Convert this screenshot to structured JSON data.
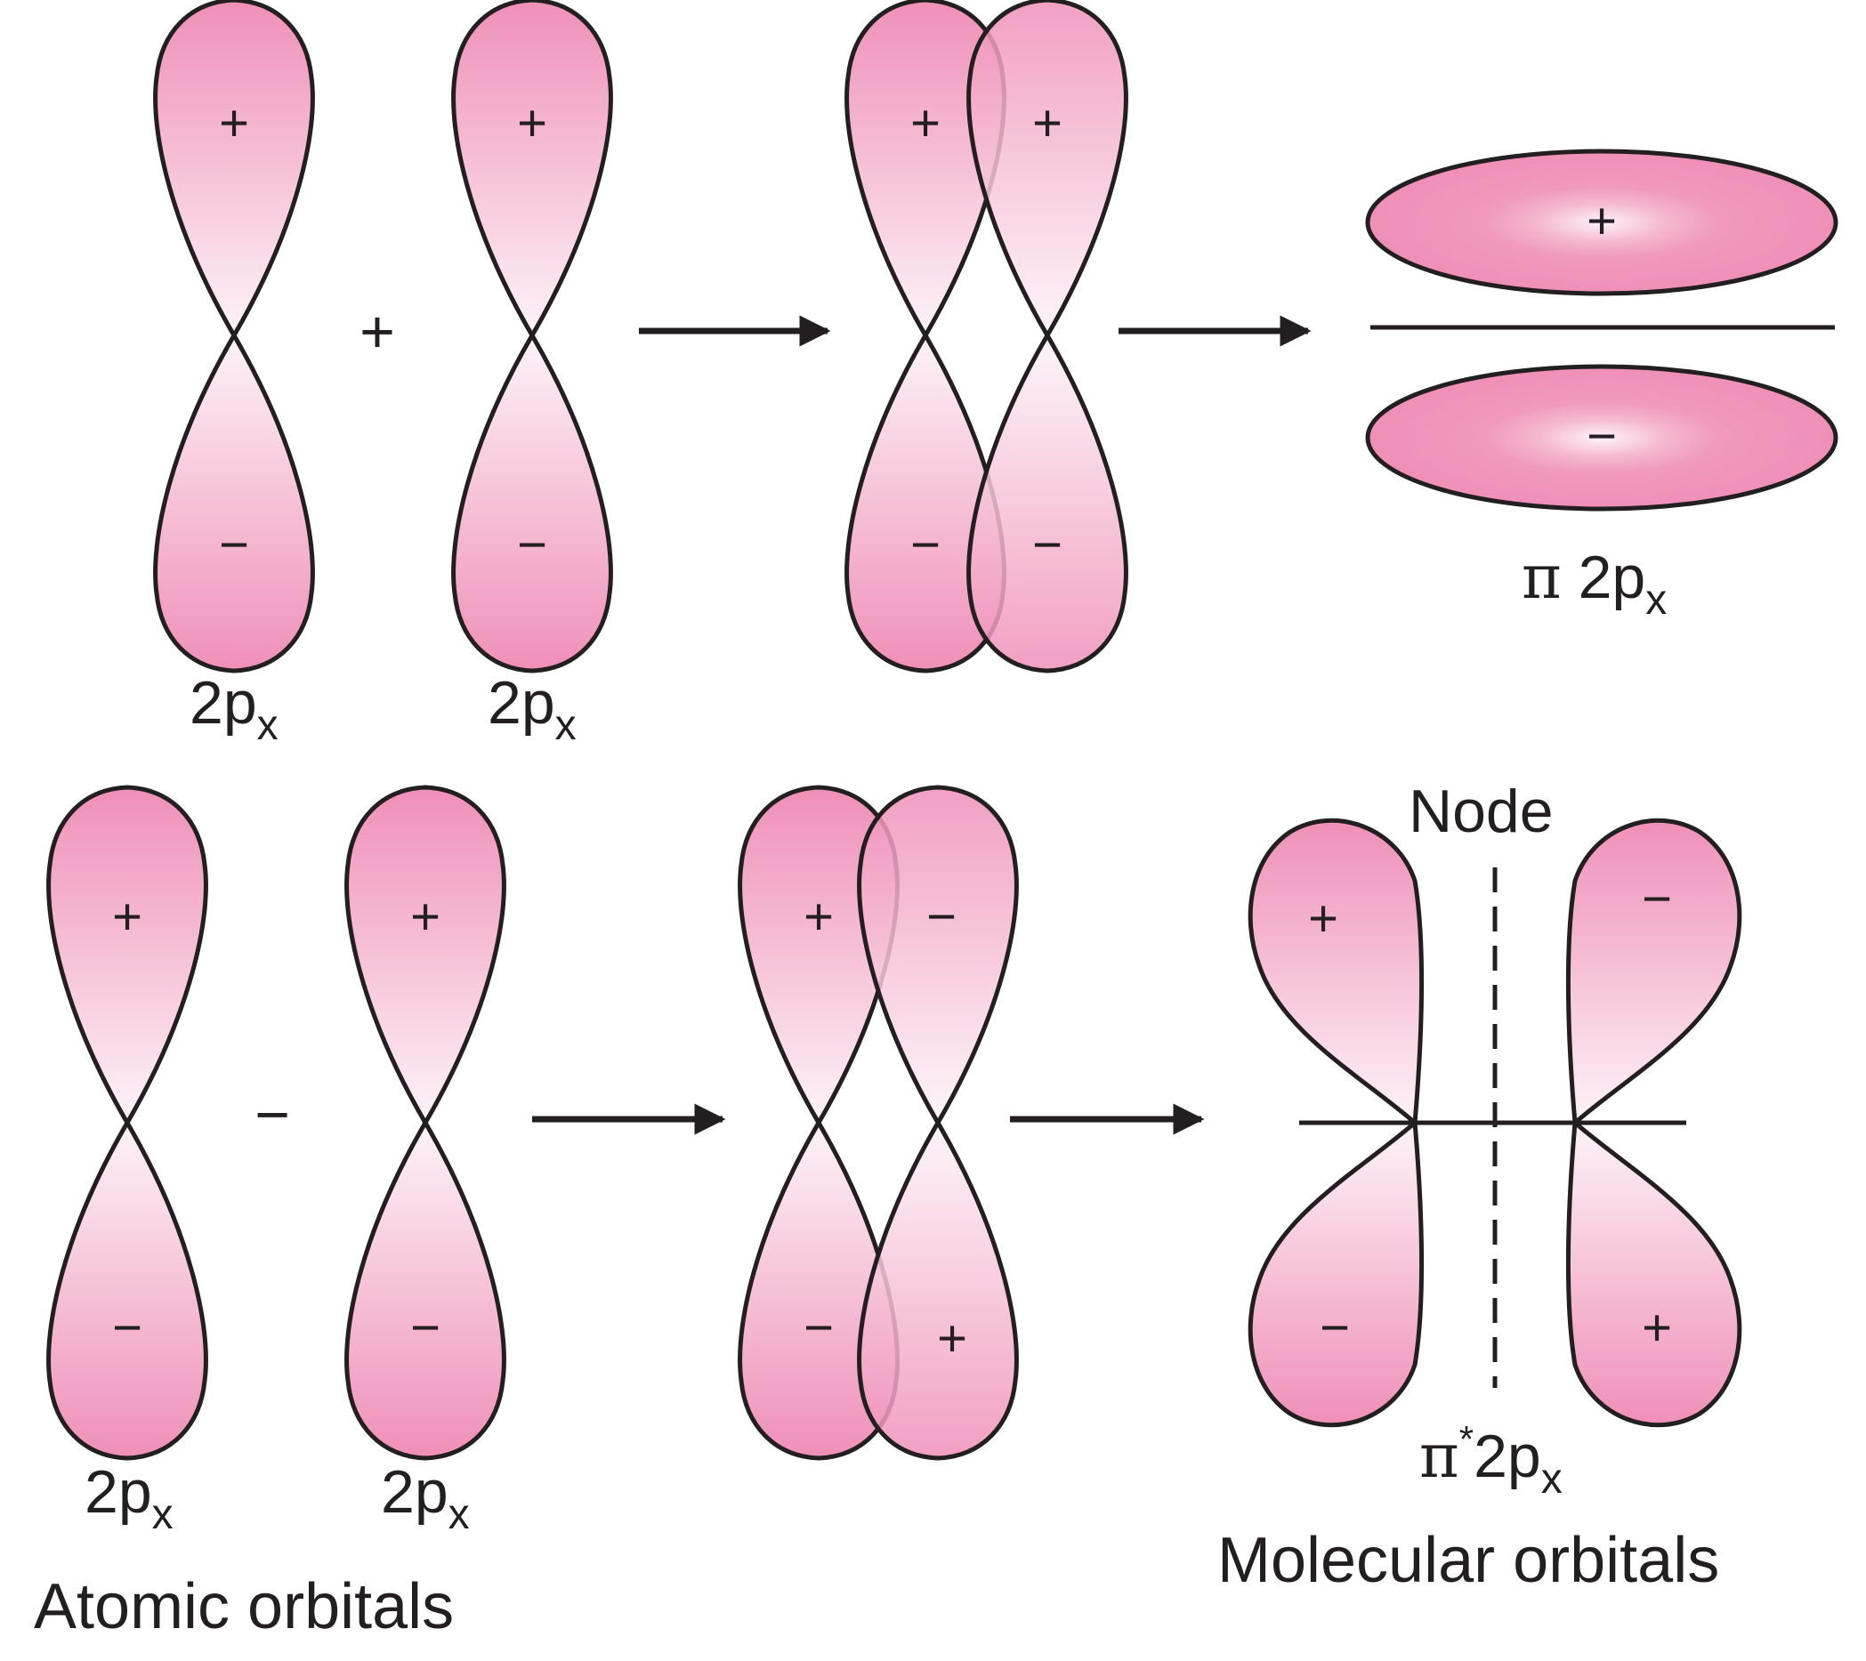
{
  "colors": {
    "lobe_fill_dark": "#ef8fb8",
    "lobe_fill_light": "#fdf3f8",
    "outline": "#231f20",
    "background": "#ffffff"
  },
  "operators": {
    "plus": "+",
    "minus": "−"
  },
  "signs": {
    "plus": "+",
    "minus": "−"
  },
  "labels": {
    "orbital_base": "2p",
    "orbital_sub": "x",
    "bonding_symbol": "π",
    "bonding_num": " 2p",
    "bonding_sub": "x",
    "antibonding_symbol": "π",
    "antibonding_star": "*",
    "antibonding_num": "2p",
    "antibonding_sub": "x",
    "node": "Node",
    "atomic_orbitals": "Atomic orbitals",
    "molecular_orbitals": "Molecular orbitals"
  },
  "icons": [
    "right-arrow-icon",
    "p-orbital-icon",
    "pi-orbital-icon",
    "node-line-icon"
  ]
}
